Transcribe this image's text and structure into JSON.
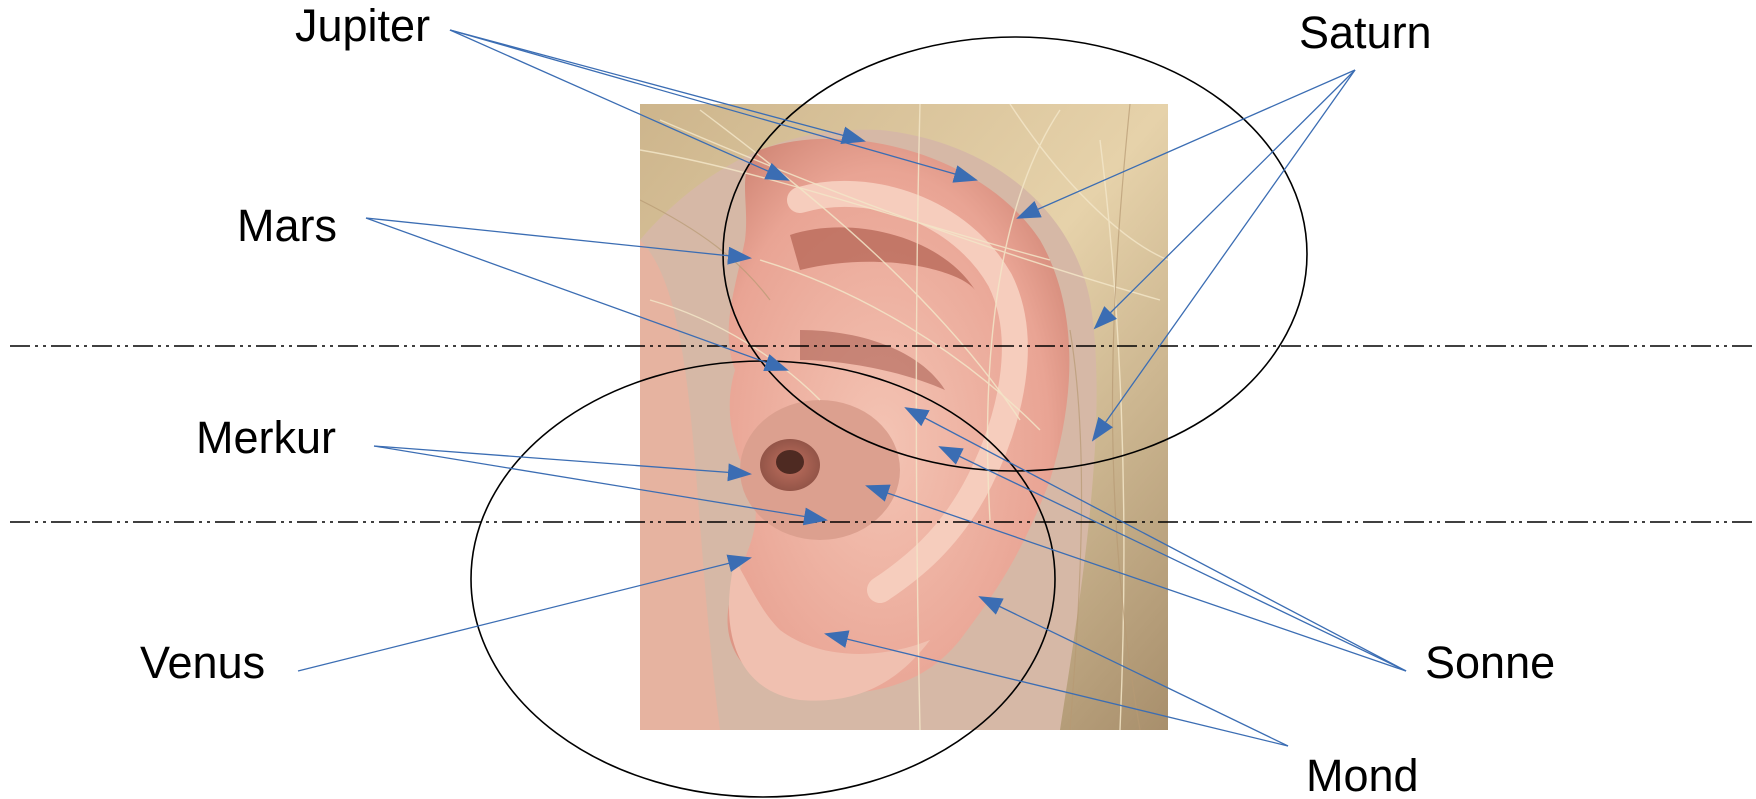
{
  "labels": {
    "jupiter": "Jupiter",
    "saturn": "Saturn",
    "mars": "Mars",
    "merkur": "Merkur",
    "venus": "Venus",
    "sonne": "Sonne",
    "mond": "Mond"
  },
  "colors": {
    "arrow": "#3b6db3",
    "outline": "#000000",
    "skin": "#f1b8a8",
    "hair": "#d9c39b"
  }
}
